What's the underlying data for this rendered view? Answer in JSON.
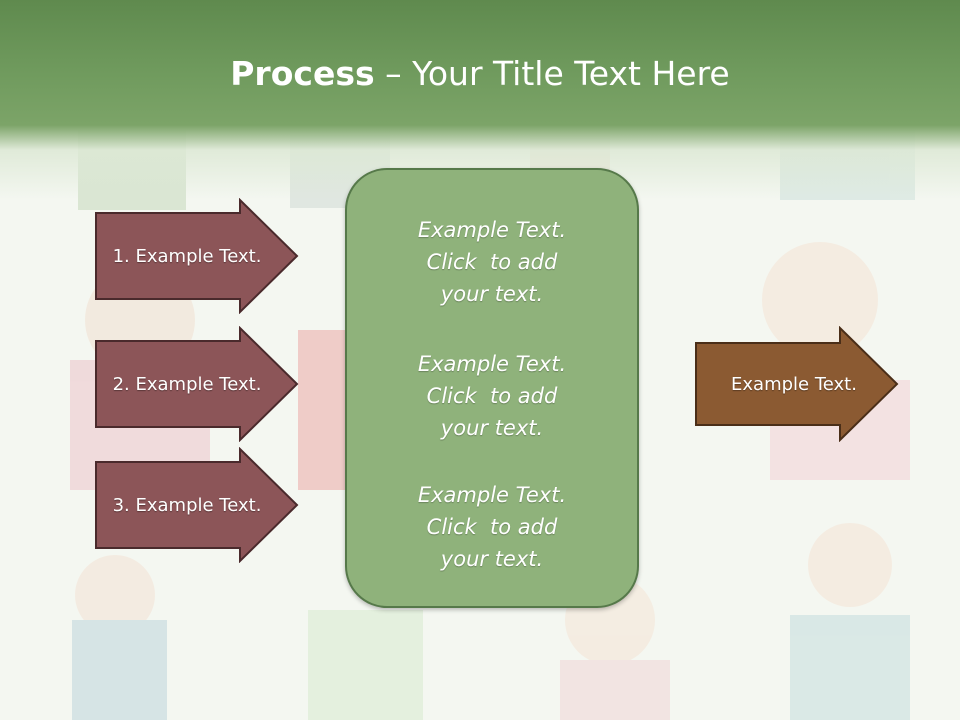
{
  "slide": {
    "title_bold": "Process",
    "title_rest": " – Your Title Text Here"
  },
  "steps": [
    {
      "label": "1. Example Text."
    },
    {
      "label": "2. Example Text."
    },
    {
      "label": "3. Example Text."
    }
  ],
  "center_panel": {
    "blocks": [
      {
        "line1": "Example Text.",
        "line2": "Click  to add",
        "line3": "your text."
      },
      {
        "line1": "Example Text.",
        "line2": "Click  to add",
        "line3": "your text."
      },
      {
        "line1": "Example Text.",
        "line2": "Click  to add",
        "line3": "your text."
      }
    ]
  },
  "result": {
    "label": "Example Text."
  },
  "colors": {
    "header_green": "#6f9a5d",
    "step_arrow_fill": "#8c5558",
    "panel_fill": "#8fb27b",
    "result_arrow_fill": "#8b5a32"
  }
}
